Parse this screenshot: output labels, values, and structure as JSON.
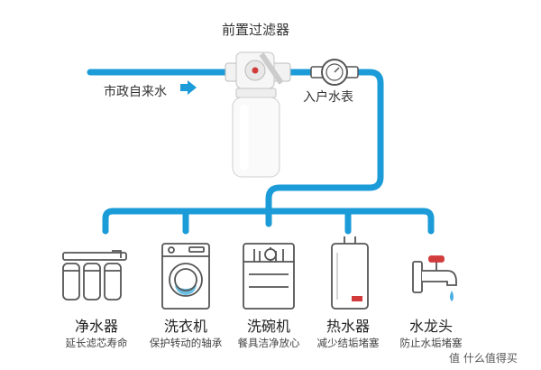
{
  "title": "前置过滤器",
  "inlet_label": "市政自来水",
  "meter_label": "入户水表",
  "colors": {
    "pipe": "#1b9bd7",
    "arrow": "#1b9bd7",
    "appliance_line": "#555555",
    "accent_red": "#d23b3b"
  },
  "appliances": [
    {
      "icon": "ro-purifier-icon",
      "name": "净水器",
      "desc": "延长滤芯寿命"
    },
    {
      "icon": "washing-machine-icon",
      "name": "洗衣机",
      "desc": "保护转动的轴承"
    },
    {
      "icon": "dishwasher-icon",
      "name": "洗碗机",
      "desc": "餐具洁净放心"
    },
    {
      "icon": "water-heater-icon",
      "name": "热水器",
      "desc": "减少结垢堵塞"
    },
    {
      "icon": "faucet-icon",
      "name": "水龙头",
      "desc": "防止水垢堵塞"
    }
  ],
  "watermark": "值 什么值得买"
}
